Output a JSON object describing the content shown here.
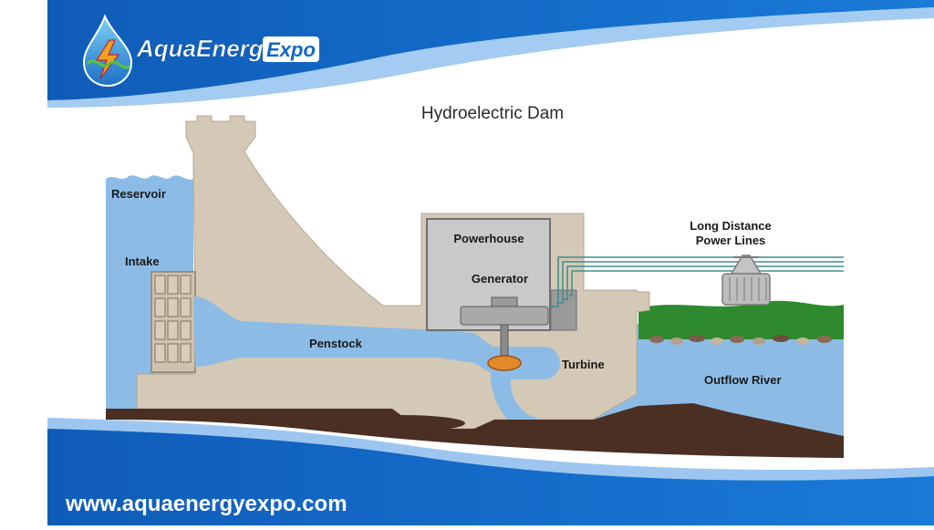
{
  "brand": {
    "name_part1": "AquaEnergy",
    "name_part2": "Expo",
    "website": "www.aquaenergyexpo.com",
    "icon": "water-drop-lightning-logo"
  },
  "diagram": {
    "title": "Hydroelectric Dam",
    "labels": {
      "reservoir": "Reservoir",
      "intake": "Intake",
      "penstock": "Penstock",
      "powerhouse": "Powerhouse",
      "generator": "Generator",
      "turbine": "Turbine",
      "power_lines_line1": "Long Distance",
      "power_lines_line2": "Power Lines",
      "outflow_river": "Outflow River"
    }
  },
  "colors": {
    "banner_blue": "#1368c4",
    "banner_light": "#4f9ae3",
    "water": "#8cbce6",
    "concrete": "#d4c8b6",
    "ground": "#4a2f22",
    "grass": "#2f8a2f",
    "turbine": "#e08a2a"
  }
}
